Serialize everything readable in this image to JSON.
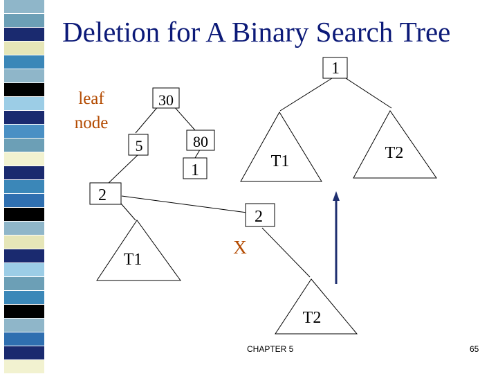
{
  "slide": {
    "title": "Deletion for A Binary Search Tree",
    "footer_chapter": "CHAPTER 5",
    "page_number": "65"
  },
  "colors": {
    "title": "#0c1a78",
    "accent_orange": "#b34a00",
    "arrow": "#1f2f70",
    "sidebar": [
      "#8fb6c9",
      "#6c9fb6",
      "#1a2a6f",
      "#e6e6b8",
      "#3b87b8",
      "#000000",
      "#9ccde6",
      "#4a90c4",
      "#f2f2d0",
      "#2f6fb0"
    ]
  },
  "diagram": {
    "leaf_label": "leaf\nnode",
    "leaf_line1": "leaf",
    "leaf_line2": "node",
    "top_node": "1",
    "top_left_subtree": "T1",
    "top_right_subtree": "T2",
    "left_tree": {
      "root": "30",
      "left": "5",
      "right": "80",
      "child_1": "1",
      "child_2": "2",
      "subtree": "T1"
    },
    "right_tree": {
      "node": "2",
      "deleted_marker": "X",
      "subtree": "T2"
    }
  }
}
